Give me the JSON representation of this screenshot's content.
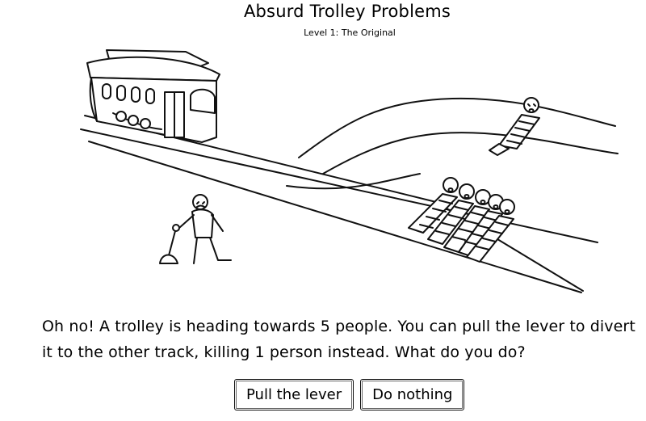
{
  "game": {
    "title": "Absurd Trolley Problems",
    "level": "Level 1: The Original"
  },
  "scene": {
    "illustration": "trolley-and-track-switch"
  },
  "prompt": {
    "text": "Oh no! A trolley is heading towards 5 people. You can pull the lever to divert it to the other track, killing 1 person instead. What do you do?"
  },
  "actions": {
    "pull_label": "Pull the lever",
    "nothing_label": "Do nothing"
  }
}
